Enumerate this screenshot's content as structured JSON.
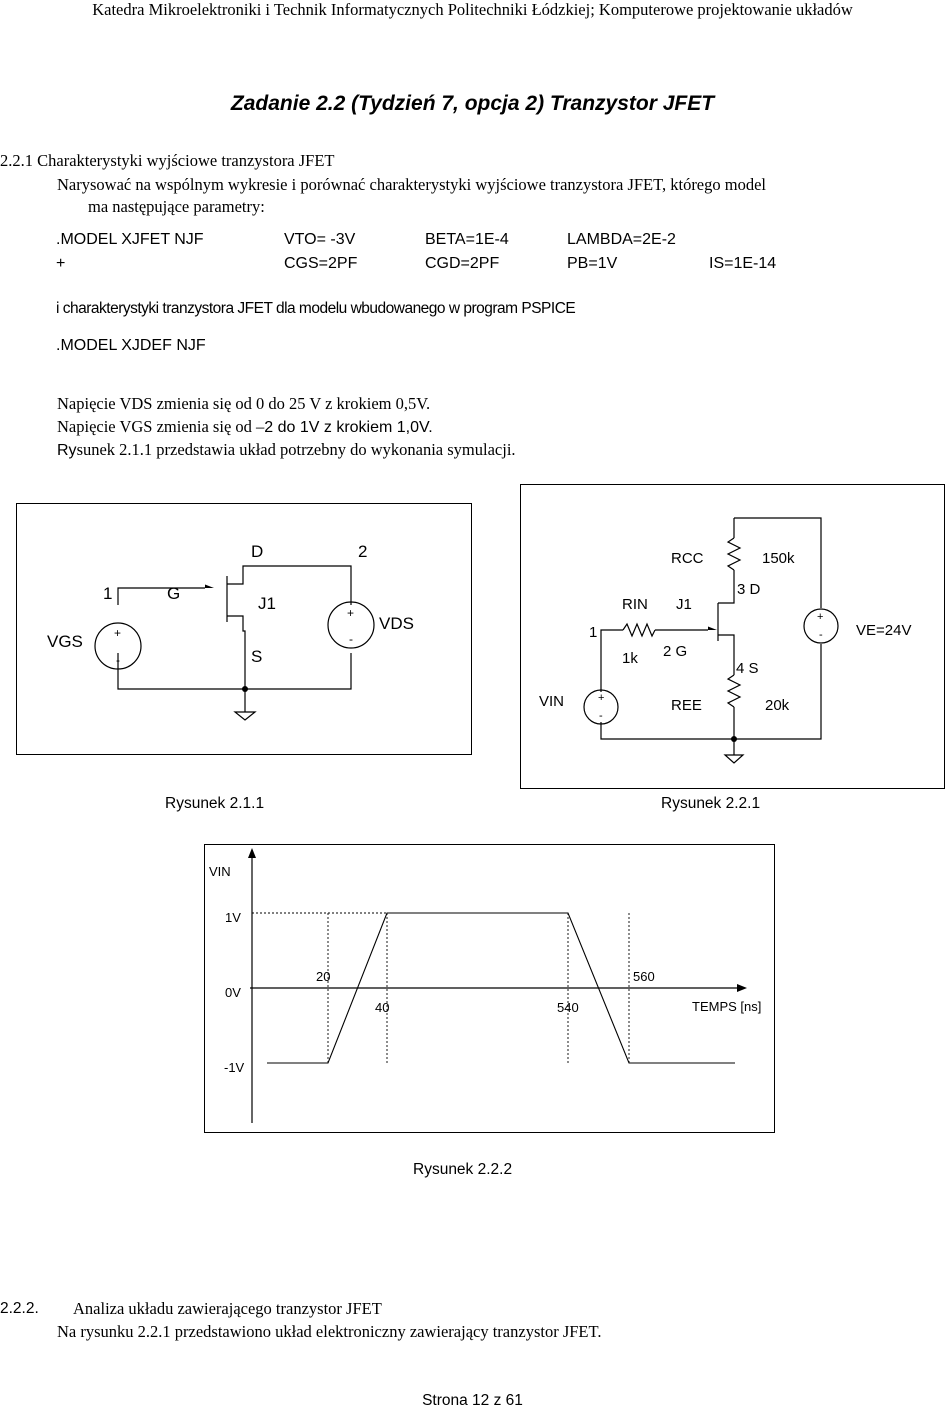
{
  "header": "Katedra Mikroelektroniki i Technik Informatycznych Politechniki Łódzkiej; Komputerowe projektowanie układów",
  "title": "Zadanie 2.2 (Tydzień 7, opcja 2) Tranzystor JFET",
  "section1": {
    "heading": "2.2.1 Charakterystyki wyjściowe tranzystora JFET",
    "intro_line1": "Narysować na wspólnym wykresie i porównać charakterystyki wyjściowe tranzystora JFET, którego model",
    "intro_line2": "ma następujące parametry:",
    "model_row1": [
      ".MODEL XJFET NJF",
      "VTO= -3V",
      "BETA=1E-4",
      "LAMBDA=2E-2"
    ],
    "model_row2": [
      "+",
      "CGS=2PF",
      "CGD=2PF",
      "PB=1V",
      "IS=1E-14"
    ],
    "builtin_text": "i charakterystyki tranzystora JFET dla modelu wbudowanego w program PSPICE",
    "builtin_model": ".MODEL XJDEF NJF",
    "vds_text": "Napięcie VDS zmienia się od 0 do 25 V z krokiem 0,5V.",
    "vgs_text_a": "Napięcie VGS zmienia się od –",
    "vgs_text_b": "2 do 1V  z krokiem  1,0V.",
    "fig_ref_a": "Ry",
    "fig_ref_b": "sunek 2.1.1 przedstawia układ potrzebny do wykonania symulacji."
  },
  "fig211": {
    "node1": "1",
    "node_g": "G",
    "node_d": "D",
    "node2": "2",
    "j1": "J1",
    "s": "S",
    "vgs": "VGS",
    "vds": "VDS",
    "plus": "+",
    "minus": "-",
    "caption": "Rysunek 2.1.1"
  },
  "fig221": {
    "rcc": "RCC",
    "rcc_val": "150k",
    "node3d": "3 D",
    "rin": "RIN",
    "j1": "J1",
    "node1": "1",
    "rin_val": "1k",
    "node2g": "2 G",
    "node4s": "4 S",
    "vin": "VIN",
    "ree": "REE",
    "ree_val": "20k",
    "ve": "VE=24V",
    "plus": "+",
    "minus": "-",
    "caption": "Rysunek 2.2.1"
  },
  "fig222": {
    "ylabel": "VIN",
    "xlabel": "TEMPS [ns]",
    "yticks": [
      "1V",
      "0V",
      "-1V"
    ],
    "xmarks": [
      "20",
      "40",
      "540",
      "560"
    ],
    "caption": "Rysunek 2.2.2"
  },
  "chart_data": {
    "type": "line",
    "title": "",
    "xlabel": "TEMPS [ns]",
    "ylabel": "VIN",
    "series": [
      {
        "x": [
          0,
          20,
          40,
          540,
          560,
          600
        ],
        "y": [
          -1,
          -1,
          1,
          1,
          -1,
          -1
        ]
      }
    ],
    "xticks": [
      20,
      40,
      540,
      560
    ],
    "yticks": [
      "1V",
      "0V",
      "-1V"
    ]
  },
  "section2": {
    "number": "2.2.2.",
    "heading": "Analiza układu zawierającego tranzystor JFET",
    "text": "Na rysunku 2.2.1 przedstawiono układ elektroniczny zawierający tranzystor JFET."
  },
  "footer": "Strona 12 z 61"
}
